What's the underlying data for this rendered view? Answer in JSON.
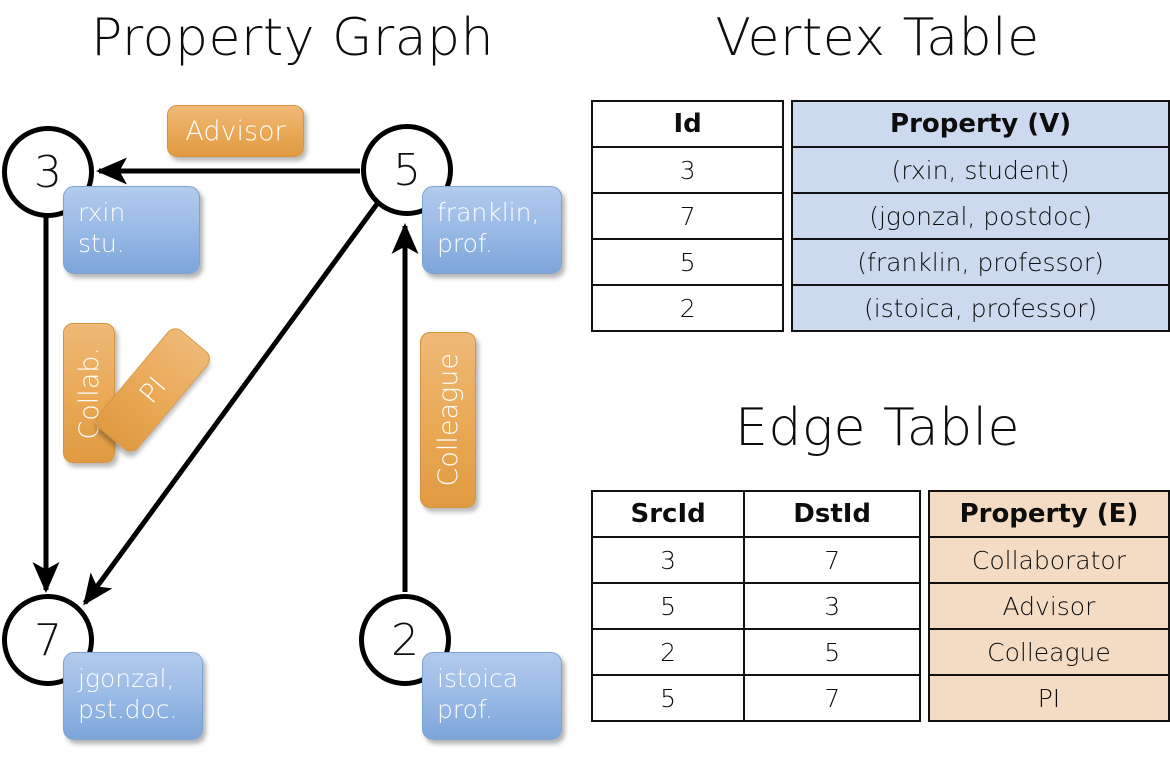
{
  "titles": {
    "property_graph": "Property Graph",
    "vertex_table": "Vertex Table",
    "edge_table": "Edge Table"
  },
  "graph": {
    "nodes": [
      {
        "id": "3",
        "label_line1": "rxin",
        "label_line2": "stu."
      },
      {
        "id": "5",
        "label_line1": "franklin,",
        "label_line2": "prof."
      },
      {
        "id": "7",
        "label_line1": "jgonzal,",
        "label_line2": "pst.doc."
      },
      {
        "id": "2",
        "label_line1": "istoica",
        "label_line2": "prof."
      }
    ],
    "edge_labels": {
      "advisor": "Advisor",
      "collab": "Collab.",
      "pi": "PI",
      "colleague": "Colleague"
    },
    "edges": [
      {
        "from": "5",
        "to": "3",
        "label": "Advisor"
      },
      {
        "from": "3",
        "to": "7",
        "label": "Collab."
      },
      {
        "from": "5",
        "to": "7",
        "label": "PI"
      },
      {
        "from": "2",
        "to": "5",
        "label": "Colleague"
      }
    ]
  },
  "vertex_table": {
    "headers": [
      "Id",
      "Property (V)"
    ],
    "rows": [
      {
        "id": "3",
        "property": "(rxin, student)"
      },
      {
        "id": "7",
        "property": "(jgonzal, postdoc)"
      },
      {
        "id": "5",
        "property": "(franklin, professor)"
      },
      {
        "id": "2",
        "property": "(istoica, professor)"
      }
    ]
  },
  "edge_table": {
    "headers": [
      "SrcId",
      "DstId",
      "Property (E)"
    ],
    "rows": [
      {
        "src": "3",
        "dst": "7",
        "property": "Collaborator"
      },
      {
        "src": "5",
        "dst": "3",
        "property": "Advisor"
      },
      {
        "src": "2",
        "dst": "5",
        "property": "Colleague"
      },
      {
        "src": "5",
        "dst": "7",
        "property": "PI"
      }
    ]
  },
  "colors": {
    "vertex_property_bg": "#ccd9ee",
    "edge_property_bg": "#f4dcc4",
    "node_box_blue": "#9cbce7",
    "edge_label_orange": "#e9a855",
    "stroke": "#000000",
    "background": "#ffffff"
  }
}
